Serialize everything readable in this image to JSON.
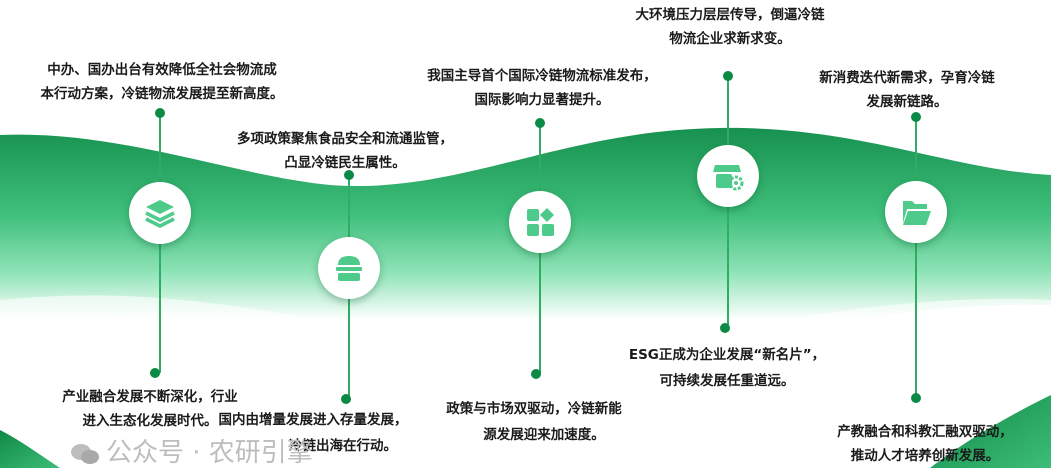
{
  "colors": {
    "dark_green": "#0b8a45",
    "light_green": "#7ddba8",
    "icon_green": "#4ecb8a"
  },
  "milestones": [
    {
      "icon": "layers-icon",
      "top_text": [
        "中办、国办出台有效降低全社会物流成",
        "本行动方案，冷链物流发展提至新高度。"
      ],
      "bottom_text": [
        "产业融合发展不断深化，行业",
        "进入生态化发展时代。"
      ]
    },
    {
      "icon": "food-box-icon",
      "top_text": [
        "多项政策聚焦食品安全和流通监管，",
        "凸显冷链民生属性。"
      ],
      "bottom_text": [
        "国内由增量发展进入存量发展，",
        "冷链出海在行动。"
      ]
    },
    {
      "icon": "apps-grid-icon",
      "top_text": [
        "我国主导首个国际冷链物流标准发布，",
        "国际影响力显著提升。"
      ],
      "bottom_text": [
        "政策与市场双驱动，冷链新能",
        "源发展迎来加速度。"
      ]
    },
    {
      "icon": "store-gear-icon",
      "top_text": [
        "大环境压力层层传导，倒逼冷链",
        "物流企业求新求变。"
      ],
      "bottom_text": [
        "ESG正成为企业发展“新名片”，",
        "可持续发展任重道远。"
      ]
    },
    {
      "icon": "folder-icon",
      "top_text": [
        "新消费迭代新需求，孕育冷链",
        "发展新链路。"
      ],
      "bottom_text": [
        "产教融合和科教汇融双驱动，",
        "推动人才培养创新发展。"
      ]
    }
  ],
  "watermark": "公众号 · 农研引擎"
}
